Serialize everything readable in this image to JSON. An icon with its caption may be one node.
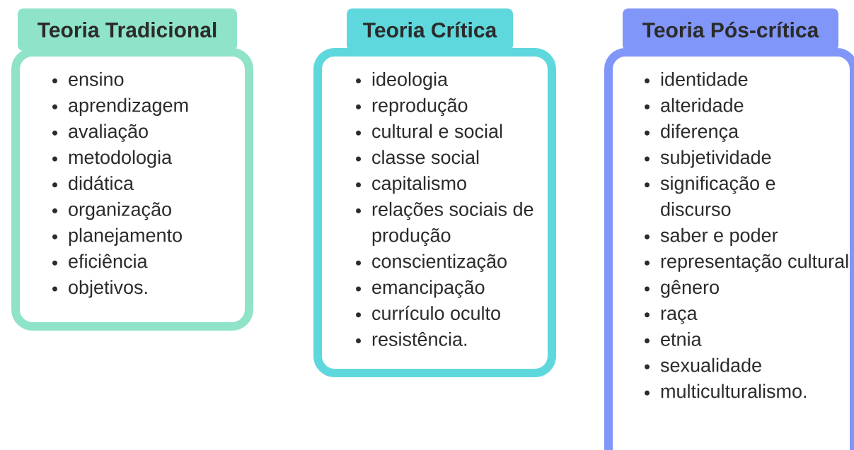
{
  "diagram": {
    "nodes": [
      {
        "text": [
          "Teoria Tradicional"
        ]
      },
      {
        "text": [
          "ensino",
          "aprendizagem",
          "avaliação",
          "metodologia",
          "didática",
          "organização",
          "planejamento",
          "eficiência",
          "objetivos."
        ]
      },
      {
        "text": [
          "Teoria Crítica"
        ]
      },
      {
        "text": [
          "ideologia",
          "reprodução",
          "cultural e social",
          "classe social",
          "capitalismo",
          "relações sociais de produção",
          "conscientização",
          "emancipação",
          "currículo oculto",
          "resistência."
        ]
      },
      {
        "text": [
          "Teoria Pós-crítica"
        ]
      },
      {
        "text": [
          "identidade",
          "alteridade",
          "diferença",
          "subjetividade",
          "significação e discurso",
          "saber e poder",
          "representação cultural",
          "gênero",
          "raça",
          "etnia",
          "sexualidade",
          "multiculturalismo."
        ]
      }
    ]
  }
}
